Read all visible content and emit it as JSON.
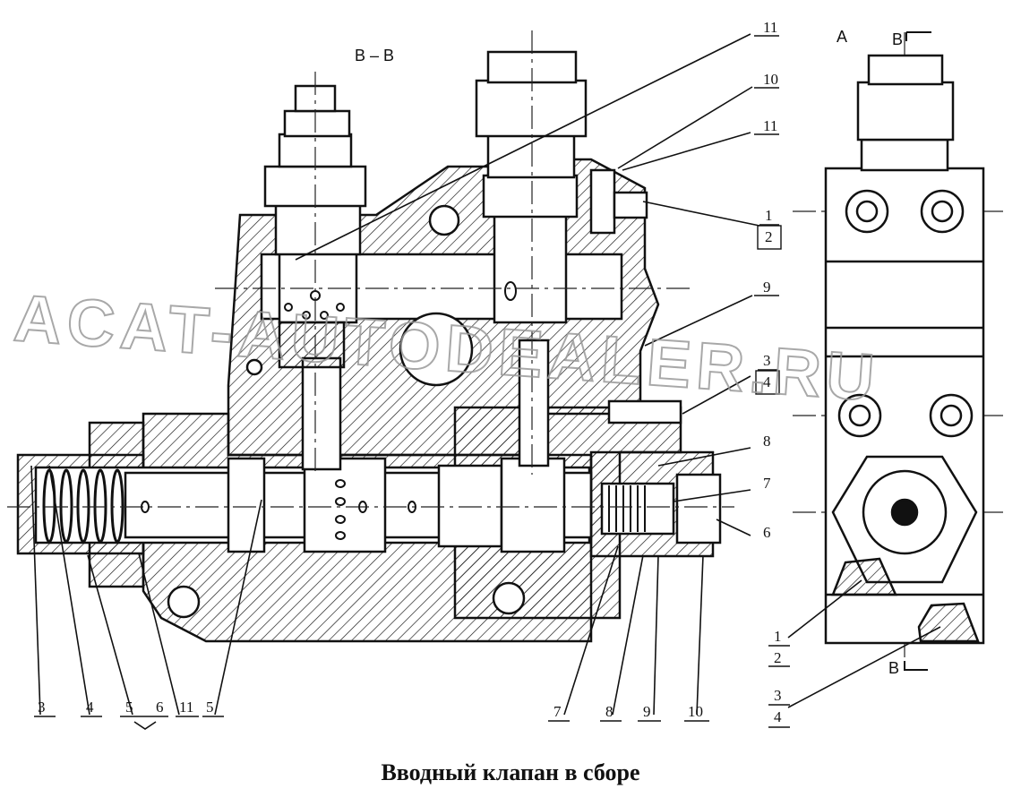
{
  "caption": "Вводный клапан в сборе",
  "section_title": "B – B",
  "view_label": "A",
  "section_mark_top": "B",
  "section_mark_bottom": "B",
  "watermark": "ACAT-AUTODEALER.RU",
  "callouts_top": [
    "11",
    "10",
    "11",
    "9",
    "8",
    "7",
    "6"
  ],
  "fractions": [
    {
      "top": "1",
      "bottom": "2"
    },
    {
      "top": "3",
      "bottom": "4"
    },
    {
      "top": "1",
      "bottom": "2"
    },
    {
      "top": "3",
      "bottom": "4"
    }
  ],
  "callouts_bottom": [
    "3",
    "4",
    "5",
    "6",
    "11",
    "5",
    "7",
    "8",
    "9",
    "10"
  ]
}
